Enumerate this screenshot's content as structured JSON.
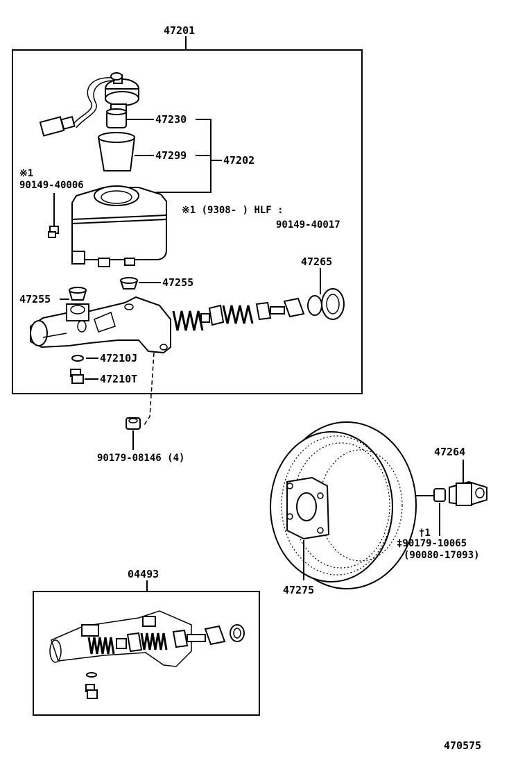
{
  "labels": {
    "assembly_main": "47201",
    "reservoir_cap_switch": "47230",
    "strainer": "47299",
    "reservoir_set": "47202",
    "note_mark": "※1",
    "screw_part": "90149-40006",
    "note_range": "※1 (9308-       ) HLF :",
    "note_part": "90149-40017",
    "grommet_right": "47255",
    "grommet_left": "47255",
    "seal": "47265",
    "gasket": "47210J",
    "union_bolt": "47210T",
    "nut": "90179-08146 (4)",
    "clevis": "47264",
    "nut_mark": "†1",
    "nut_alt": "‡90179-10065",
    "nut_alt2": "(90080-17093)",
    "booster": "47275",
    "kit": "04493",
    "page_code": "470575"
  }
}
